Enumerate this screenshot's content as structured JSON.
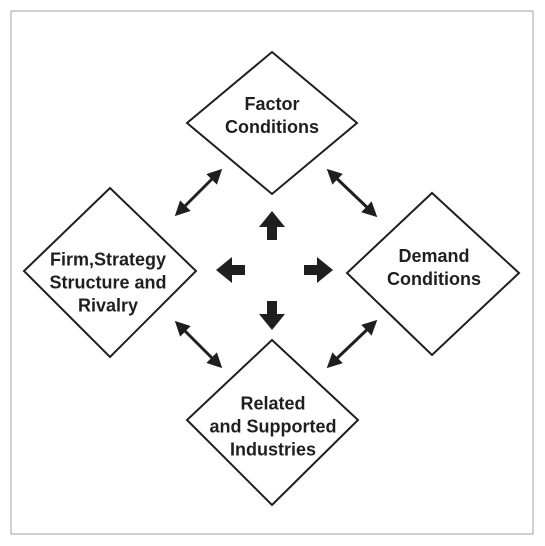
{
  "diagram": {
    "nodes": [
      {
        "id": "factor",
        "lines": [
          "Factor",
          "Conditions"
        ]
      },
      {
        "id": "demand",
        "lines": [
          "Demand",
          "Conditions"
        ]
      },
      {
        "id": "related",
        "lines": [
          "Related",
          "and Supported",
          "Industries"
        ]
      },
      {
        "id": "firm",
        "lines": [
          "Firm,Strategy",
          "Structure and",
          "Rivalry"
        ]
      }
    ],
    "links": [
      {
        "from": "firm",
        "to": "factor",
        "type": "double-arrow"
      },
      {
        "from": "factor",
        "to": "demand",
        "type": "double-arrow"
      },
      {
        "from": "firm",
        "to": "related",
        "type": "double-arrow"
      },
      {
        "from": "related",
        "to": "demand",
        "type": "double-arrow"
      }
    ],
    "center_arrows": [
      "up",
      "right",
      "down",
      "left"
    ],
    "colors": {
      "stroke": "#1f1f1f",
      "border": "#a0a0a0",
      "background": "#ffffff"
    }
  }
}
